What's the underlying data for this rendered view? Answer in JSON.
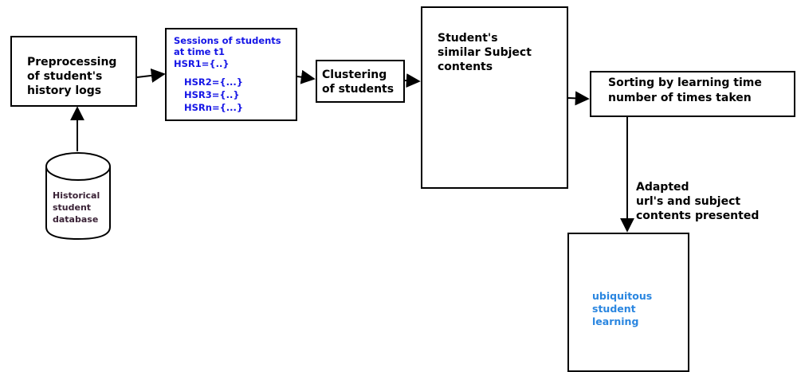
{
  "preprocess": {
    "lines": [
      "Preprocessing",
      "of student's",
      "history logs"
    ]
  },
  "database": {
    "lines": [
      "Historical",
      "student",
      "database"
    ]
  },
  "sessions": {
    "lines": [
      "Sessions of students",
      "at time t1",
      "HSR1={..}"
    ],
    "sub": [
      "HSR2={...}",
      "HSR3={..}",
      "HSRn={...}"
    ]
  },
  "clustering": {
    "lines": [
      "Clustering",
      "of students"
    ]
  },
  "similar": {
    "lines": [
      "Student's",
      "similar Subject",
      "contents"
    ]
  },
  "sorting": {
    "lines": [
      "Sorting by learning time",
      "number of times taken"
    ]
  },
  "adapted": {
    "lines": [
      "Adapted",
      "url's and subject",
      "contents presented"
    ]
  },
  "ubiquitous": {
    "lines": [
      "ubiquitous",
      "student",
      "learning"
    ]
  },
  "colors": {
    "blue_text": "#1515e6",
    "ubiquitous_text": "#2a86e0",
    "db_text": "#3a2236"
  }
}
